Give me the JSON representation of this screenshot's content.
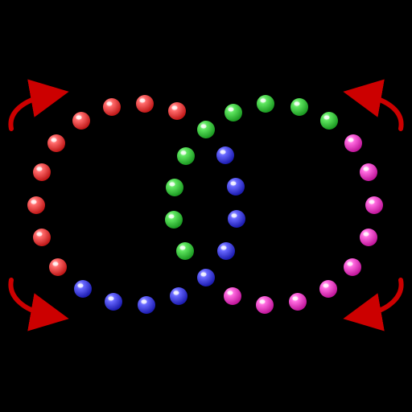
{
  "colors": {
    "background": "#000000",
    "arrow": "#cc0000",
    "red": "#ff3b3b",
    "green": "#36d53a",
    "blue": "#3a3aff",
    "pink": "#ff3bd0"
  },
  "game": {
    "rings": [
      {
        "name": "left-ring",
        "color": "red",
        "marbles": 16,
        "colors": [
          "red",
          "red",
          "red",
          "red",
          "red",
          "red",
          "red",
          "red",
          "red",
          "blue",
          "blue",
          "blue",
          "blue",
          "blue",
          "blue",
          "green"
        ]
      },
      {
        "name": "right-ring",
        "color": "pink",
        "marbles": 16,
        "colors": [
          "green",
          "green",
          "green",
          "green",
          "green",
          "pink",
          "pink",
          "pink",
          "pink",
          "pink",
          "pink",
          "pink",
          "pink",
          "pink",
          "pink",
          "pink"
        ]
      },
      {
        "name": "center-lens",
        "colors": [
          "green",
          "green",
          "green",
          "green",
          "green",
          "blue",
          "blue",
          "blue",
          "blue",
          "blue"
        ]
      }
    ],
    "rotate_arrows": [
      {
        "name": "rotate-arrow-top-left",
        "icon": "curved-arrow-icon"
      },
      {
        "name": "rotate-arrow-top-right",
        "icon": "curved-arrow-icon"
      },
      {
        "name": "rotate-arrow-bottom-left",
        "icon": "curved-arrow-icon"
      },
      {
        "name": "rotate-arrow-bottom-right",
        "icon": "curved-arrow-icon"
      }
    ]
  }
}
